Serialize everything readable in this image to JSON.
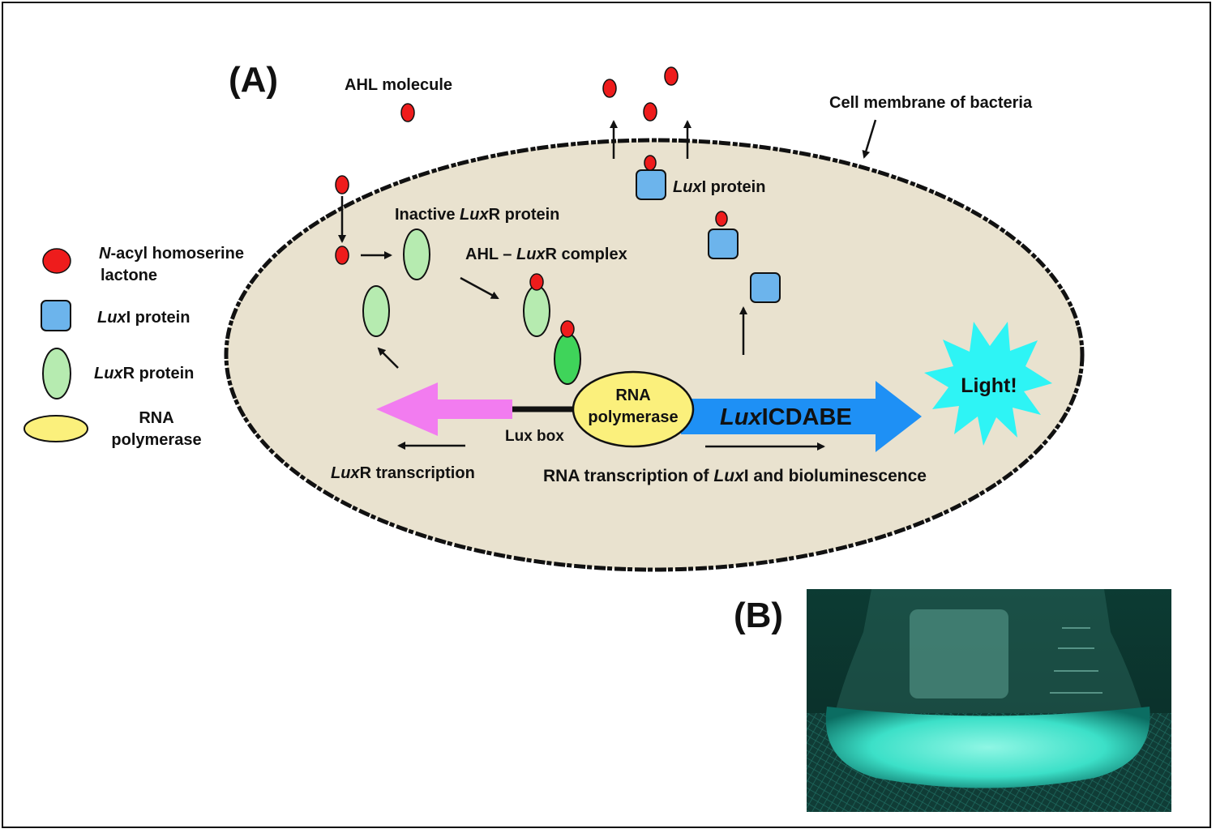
{
  "panel_a": "(A)",
  "panel_b": "(B)",
  "labels": {
    "ahl_molecule": "AHL molecule",
    "cell_membrane": "Cell membrane of bacteria",
    "luxi_protein_top_italic": "Lux",
    "luxi_protein_top_rest": "I protein",
    "inactive_pre": "Inactive ",
    "inactive_italic": "Lux",
    "inactive_post": "R protein",
    "complex_pre": "AHL – ",
    "complex_italic": "Lux",
    "complex_post": "R complex",
    "rna_pol_line1": "RNA",
    "rna_pol_line2": "polymerase",
    "gene_italic": "Lux",
    "gene_rest": "ICDABE",
    "light": "Light!",
    "lux_box": "Lux box",
    "luxr_transcription_italic": "Lux",
    "luxr_transcription_rest": "R transcription",
    "rna_transcription_pre": "RNA transcription of ",
    "rna_transcription_italic": "Lux",
    "rna_transcription_post": "I  and  bioluminescence"
  },
  "legend": {
    "ahl_italic": "N",
    "ahl_line1_rest": "-acyl homoserine",
    "ahl_line2": "lactone",
    "luxi_italic": "Lux",
    "luxi_rest": "I protein",
    "luxr_italic": "Lux",
    "luxr_rest": "R protein",
    "rna_line1": "RNA",
    "rna_line2": "polymerase"
  },
  "colors": {
    "cell_fill": "#e9e2cf",
    "ahl": "#ee1c1c",
    "luxi": "#6cb4ec",
    "luxr_inactive": "#b6ebb0",
    "luxr_active": "#3fd45a",
    "rna_polymerase": "#fbf07c",
    "luxr_arrow": "#f27cf0",
    "luxicdabe_arrow": "#1e90f5",
    "light_burst": "#2ef4f5",
    "flask_glow": "#3ce0c8"
  }
}
